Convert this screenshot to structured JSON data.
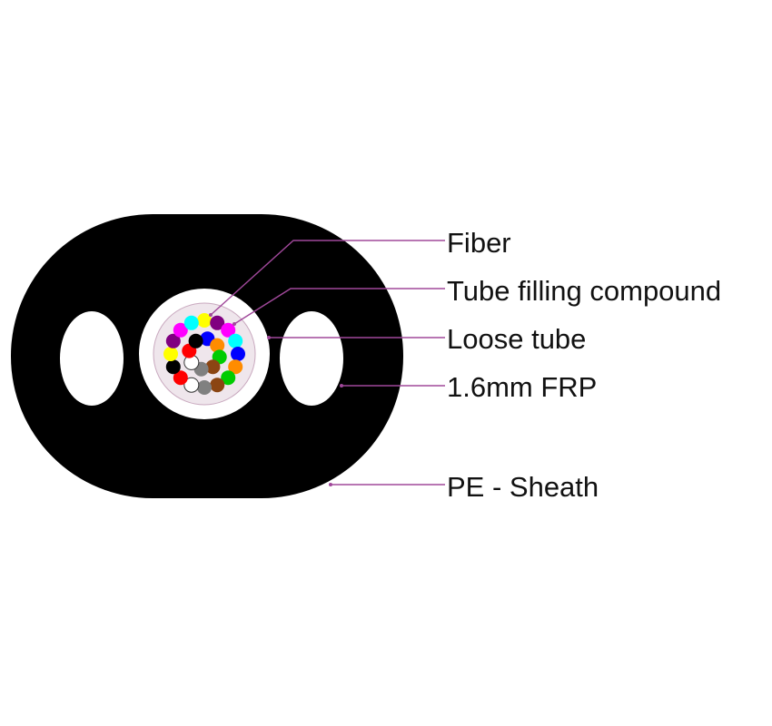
{
  "labels": {
    "fiber": "Fiber",
    "filling": "Tube filling compound",
    "loose_tube": "Loose tube",
    "frp": "1.6mm FRP",
    "sheath": "PE - Sheath"
  },
  "colors": {
    "sheath": "#000000",
    "frp": "#ffffff",
    "loose_tube": "#ffffff",
    "filling": "#efe6ec",
    "leader_line": "#a0489a",
    "fibers": [
      "#0000ff",
      "#ff8c00",
      "#00cc00",
      "#8b4513",
      "#808080",
      "#ffffff",
      "#ff0000",
      "#000000",
      "#ffff00",
      "#800080",
      "#ff00ff",
      "#00ffff"
    ]
  },
  "fiber_count": 24
}
